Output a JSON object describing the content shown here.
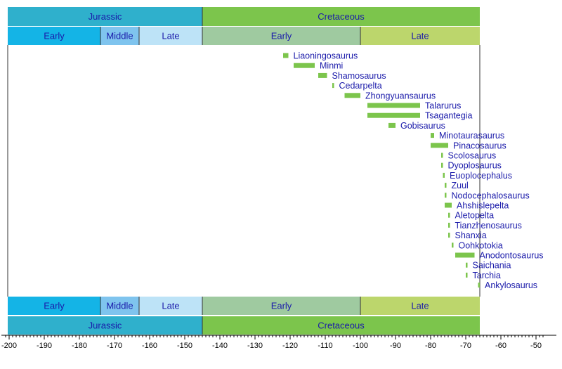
{
  "chart_data": {
    "type": "timeline",
    "x_unit": "Ma",
    "xlim": [
      -200,
      -50
    ],
    "ticks": [
      -200,
      -190,
      -180,
      -170,
      -160,
      -150,
      -140,
      -130,
      -120,
      -110,
      -100,
      -90,
      -80,
      -70,
      -60,
      -50
    ],
    "periods": [
      {
        "name": "Jurassic",
        "start": -201,
        "end": -145,
        "color": "#2fb0cc"
      },
      {
        "name": "Cretaceous",
        "start": -145,
        "end": -66,
        "color": "#7cc54c"
      }
    ],
    "epochs": [
      {
        "name": "Early",
        "start": -201,
        "end": -174,
        "color": "#14b4e6"
      },
      {
        "name": "Middle",
        "start": -174,
        "end": -163,
        "color": "#7fc4ee"
      },
      {
        "name": "Late",
        "start": -163,
        "end": -145,
        "color": "#bde3f7"
      },
      {
        "name": "Early",
        "start": -145,
        "end": -100,
        "color": "#9fcaa0"
      },
      {
        "name": "Late",
        "start": -100,
        "end": -66,
        "color": "#bcd66c"
      }
    ],
    "taxa": [
      {
        "name": "Liaoningosaurus",
        "start": -122,
        "end": -120.5
      },
      {
        "name": "Minmi",
        "start": -119,
        "end": -113
      },
      {
        "name": "Shamosaurus",
        "start": -112,
        "end": -109.5
      },
      {
        "name": "Cedarpelta",
        "start": -108,
        "end": -107.5
      },
      {
        "name": "Zhongyuansaurus",
        "start": -104.5,
        "end": -100
      },
      {
        "name": "Talarurus",
        "start": -98,
        "end": -83
      },
      {
        "name": "Tsagantegia",
        "start": -98,
        "end": -83
      },
      {
        "name": "Gobisaurus",
        "start": -92,
        "end": -90
      },
      {
        "name": "Minotaurasaurus",
        "start": -80,
        "end": -79
      },
      {
        "name": "Pinacosaurus",
        "start": -80,
        "end": -75
      },
      {
        "name": "Scolosaurus",
        "start": -77,
        "end": -76.5
      },
      {
        "name": "Dyoplosaurus",
        "start": -77,
        "end": -76.5
      },
      {
        "name": "Euoplocephalus",
        "start": -76.5,
        "end": -76
      },
      {
        "name": "Zuul",
        "start": -76,
        "end": -75.5
      },
      {
        "name": "Nodocephalosaurus",
        "start": -76,
        "end": -75.5
      },
      {
        "name": "Ahshislepelta",
        "start": -76,
        "end": -74
      },
      {
        "name": "Aletopelta",
        "start": -75,
        "end": -74.5
      },
      {
        "name": "Tianzhenosaurus",
        "start": -75,
        "end": -74.5
      },
      {
        "name": "Shanxia",
        "start": -75,
        "end": -74.5
      },
      {
        "name": "Oohkotokia",
        "start": -74,
        "end": -73.5
      },
      {
        "name": "Anodontosaurus",
        "start": -73,
        "end": -67.5
      },
      {
        "name": "Saichania",
        "start": -70,
        "end": -69.5
      },
      {
        "name": "Tarchia",
        "start": -70,
        "end": -69.5
      },
      {
        "name": "Ankylosaurus",
        "start": -66.5,
        "end": -66
      }
    ],
    "bar_color": "#7cc54c",
    "label_color": "#1a1aaa"
  }
}
